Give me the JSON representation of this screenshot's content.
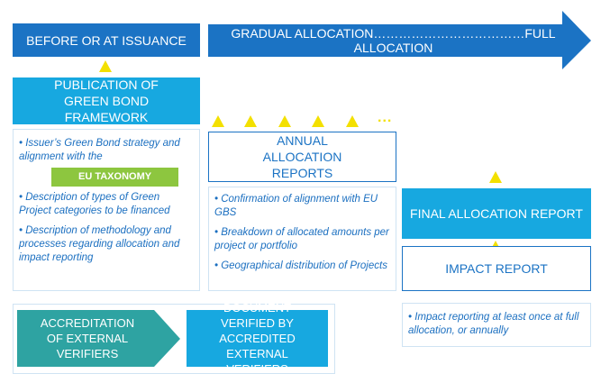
{
  "banners": {
    "before": "BEFORE OR AT ISSUANCE",
    "gradual": "GRADUAL ALLOCATION………………………………FULL ALLOCATION"
  },
  "publication": {
    "title": "PUBLICATION OF GREEN BOND FRAMEWORK",
    "bullet1": "• Issuer’s Green Bond strategy and alignment with the",
    "badge": "EU TAXONOMY",
    "bullet2": "• Description of types of Green Project categories to be financed",
    "bullet3": "• Description of methodology and processes regarding allocation and impact reporting"
  },
  "annual": {
    "title": "ANNUAL ALLOCATION REPORTS",
    "bullets": [
      "• Confirmation of alignment with EU GBS",
      "• Breakdown of allocated amounts per project or portfolio",
      "• Geographical distribution of Projects"
    ],
    "ellipsis": "..."
  },
  "final": {
    "title": "FINAL ALLOCATION REPORT",
    "impact_title": "IMPACT REPORT",
    "impact_bullet": "• Impact reporting at least once at full allocation, or annually"
  },
  "accreditation": {
    "left": "ACCREDITATION OF EXTERNAL VERIFIERS",
    "right": "DOCUMENT VERIFIED BY ACCREDITED EXTERNAL VERIFIERS"
  },
  "colors": {
    "banner_blue": "#1b73c4",
    "light_blue": "#17a8e0",
    "teal": "#2ea3a2",
    "yellow": "#f3e000",
    "green": "#8dc63f"
  }
}
